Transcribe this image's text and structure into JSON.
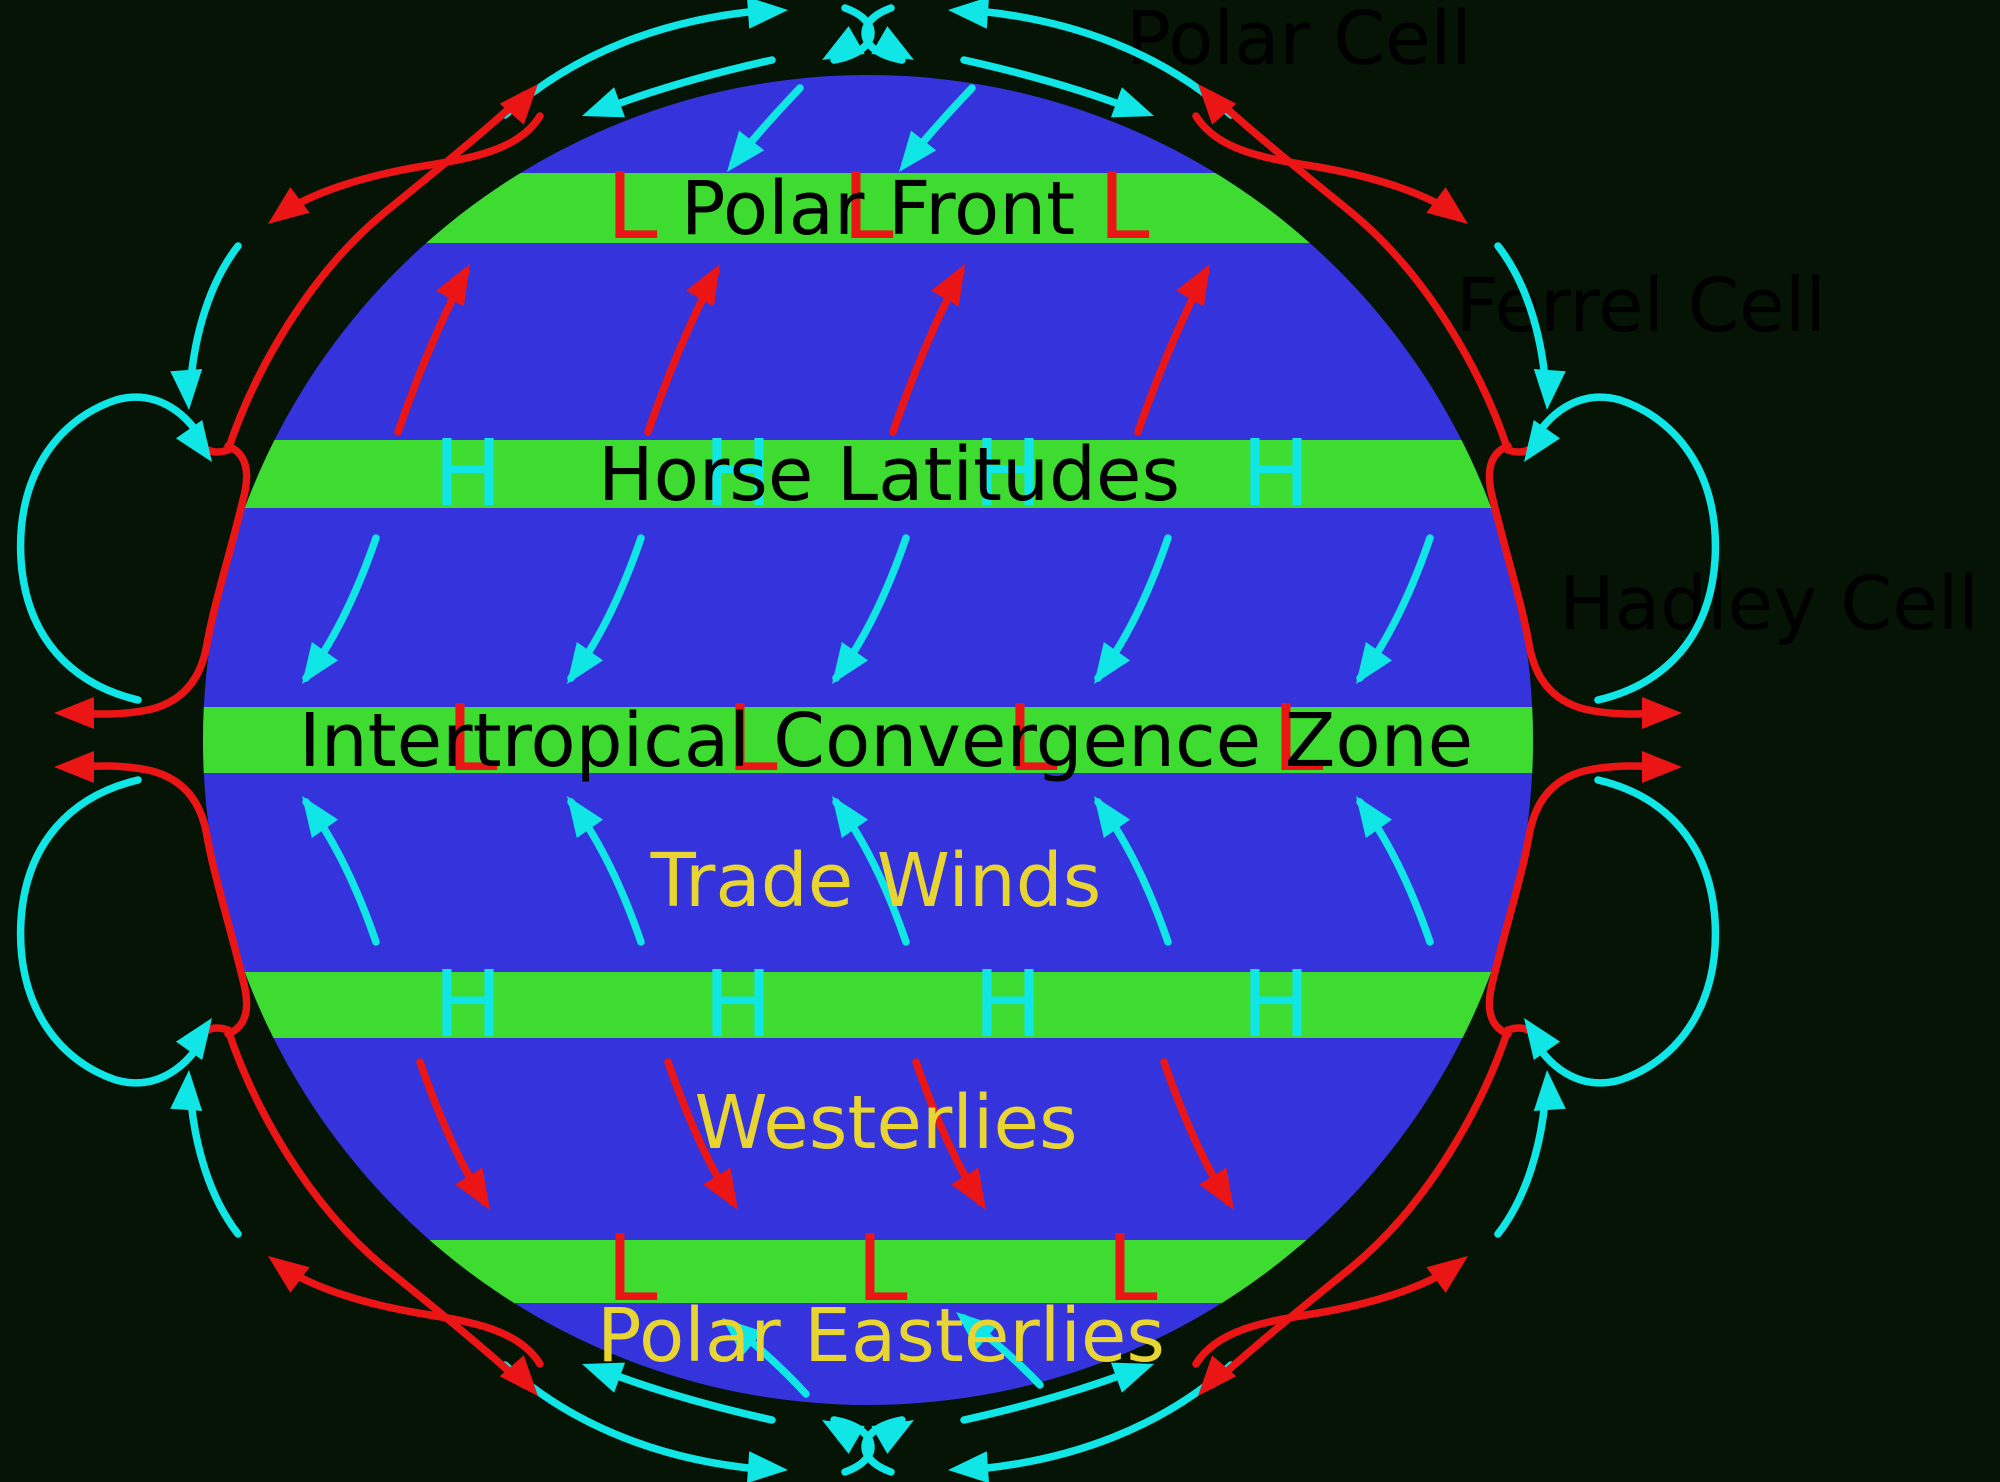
{
  "cells": {
    "polar_cell": "Polar Cell",
    "ferrel_cell": "Ferrel Cell",
    "hadley_cell": "Hadley Cell"
  },
  "latitude_bands": {
    "polar_front": "Polar Front",
    "horse_latitudes": "Horse Latitudes",
    "intertropical_convergence_zone": "Intertropical Convergence Zone"
  },
  "wind_labels": {
    "trade_winds": "Trade Winds",
    "westerlies": "Westerlies",
    "polar_easterlies": "Polar Easterlies"
  },
  "pressure_symbols": {
    "high": "H",
    "low": "L"
  },
  "colors": {
    "background": "#051405",
    "ocean_blue": "#3533DC",
    "band_green": "#3EDC31",
    "warm_red": "#EC1515",
    "cold_cyan": "#10E6E6",
    "label_yellow": "#E8D531",
    "text_black": "#000000"
  }
}
